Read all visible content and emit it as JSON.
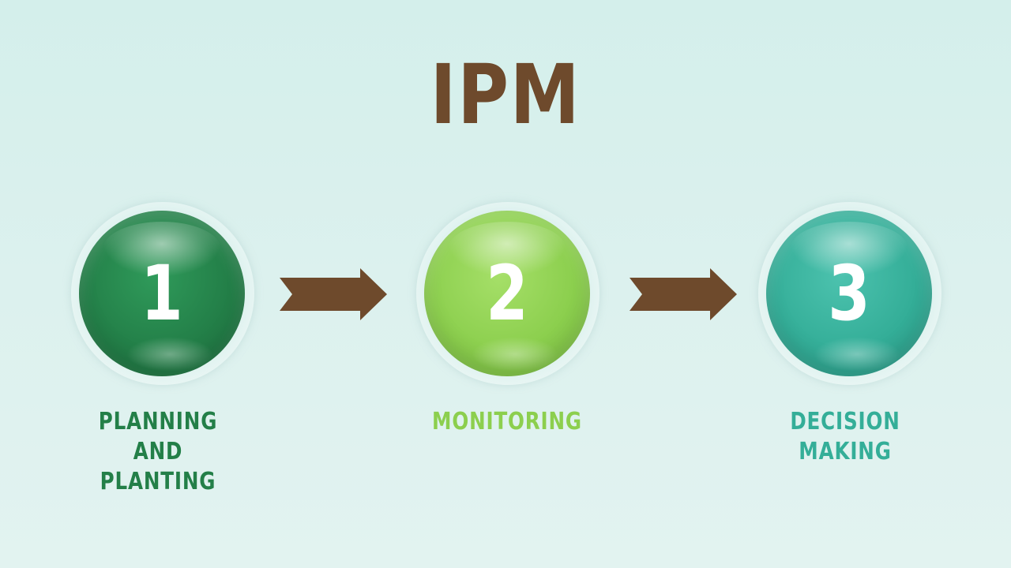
{
  "title": "IPM",
  "steps": [
    {
      "number": "1",
      "label": "PLANNING\nAND PLANTING",
      "color": "#237f48"
    },
    {
      "number": "2",
      "label": "MONITORING",
      "color": "#8ccf4e"
    },
    {
      "number": "3",
      "label": "DECISION\nMAKING",
      "color": "#34ae98"
    }
  ],
  "colors": {
    "background": "#d9f0ec",
    "title": "#6e4a2c",
    "arrow": "#6e4a2c"
  }
}
